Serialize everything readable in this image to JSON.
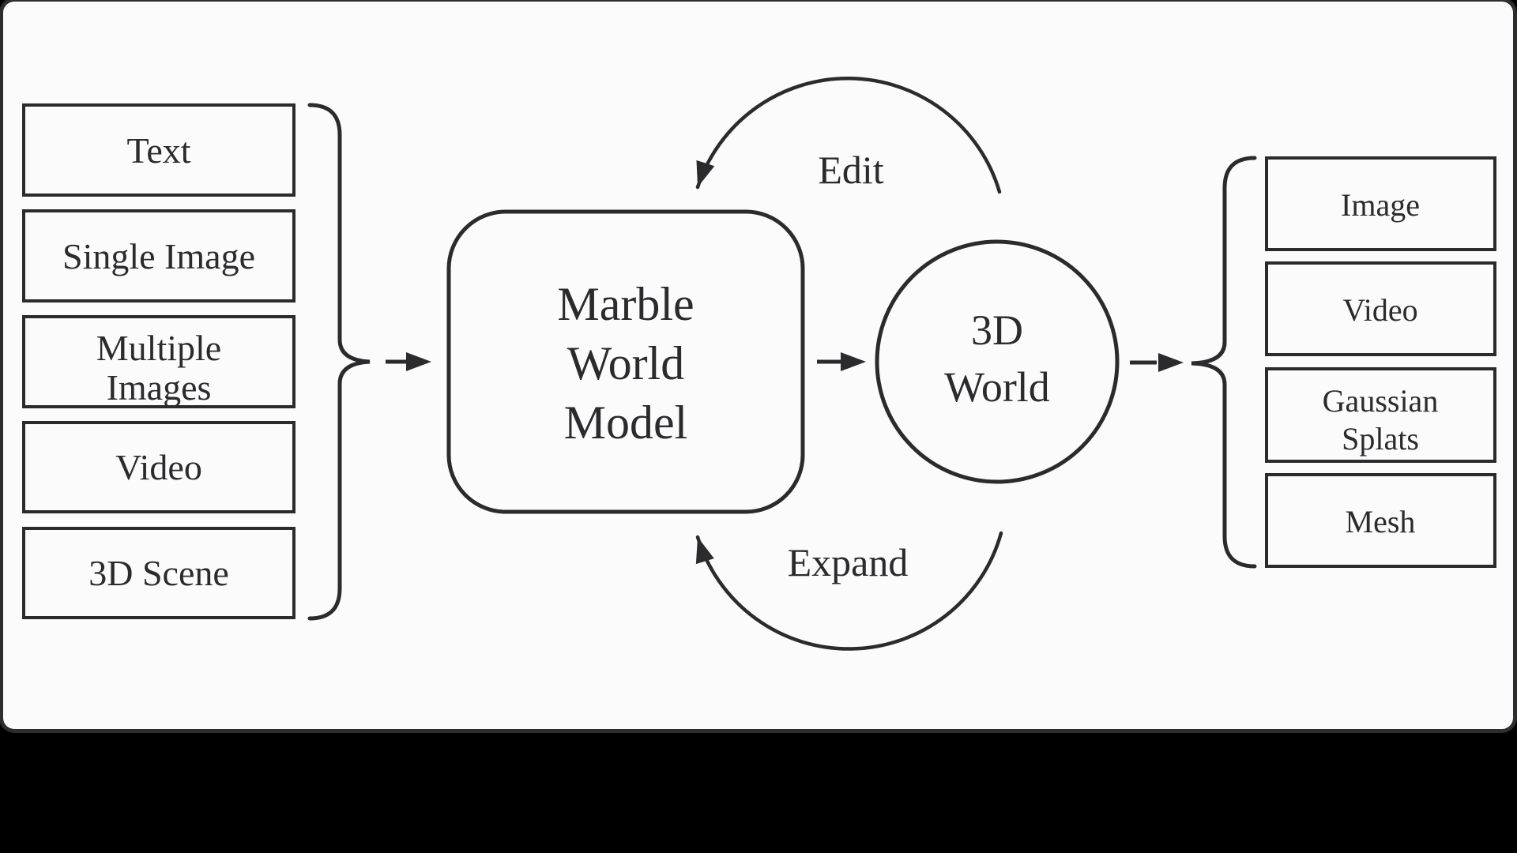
{
  "slide": {
    "background": "#fbfbfb",
    "frame_color": "#2d2d2f",
    "page_background": "#000000",
    "line_color": "#2b2b2e"
  },
  "diagram": {
    "inputs": [
      {
        "name": "text",
        "lines": [
          "Text"
        ]
      },
      {
        "name": "single-image",
        "lines": [
          "Single Image"
        ]
      },
      {
        "name": "multiple-images",
        "lines": [
          "Multiple",
          "Images"
        ]
      },
      {
        "name": "video",
        "lines": [
          "Video"
        ]
      },
      {
        "name": "3d-scene",
        "lines": [
          "3D Scene"
        ]
      }
    ],
    "model_node": {
      "lines": [
        "Marble",
        "World",
        "Model"
      ]
    },
    "world_node": {
      "lines": [
        "3D",
        "World"
      ]
    },
    "edit_label": "Edit",
    "expand_label": "Expand",
    "outputs": [
      {
        "name": "image",
        "lines": [
          "Image"
        ]
      },
      {
        "name": "video",
        "lines": [
          "Video"
        ]
      },
      {
        "name": "gaussian-splats",
        "lines": [
          "Gaussian",
          "Splats"
        ]
      },
      {
        "name": "mesh",
        "lines": [
          "Mesh"
        ]
      }
    ]
  }
}
